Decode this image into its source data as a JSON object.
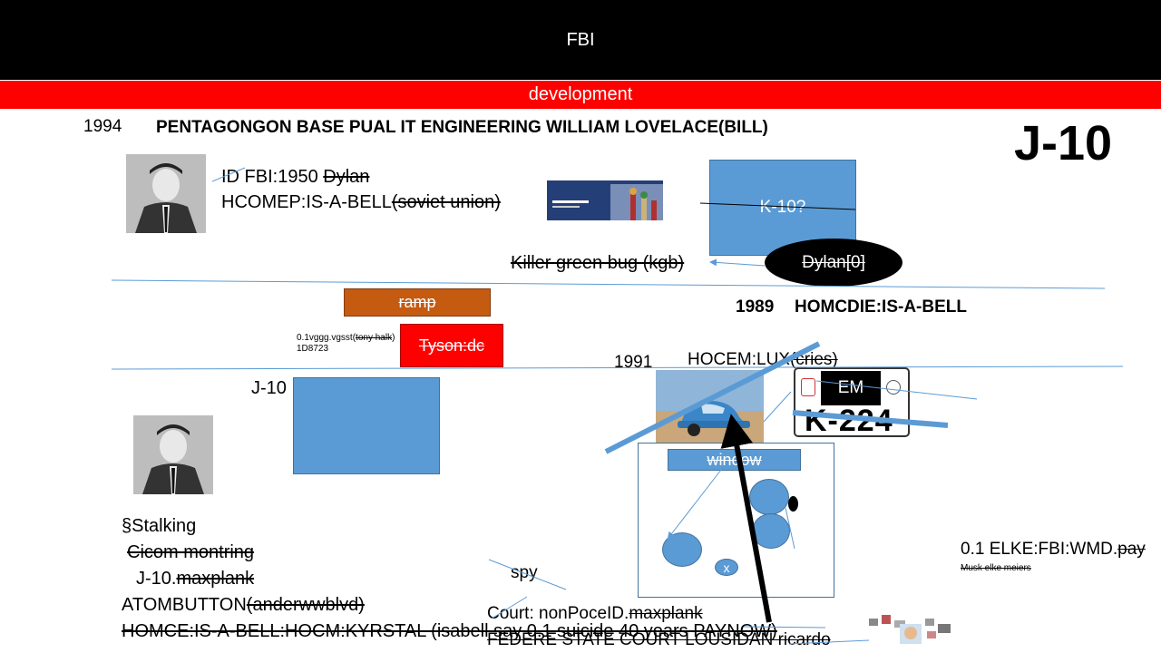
{
  "header": {
    "title": "FBI"
  },
  "subheader": {
    "title": "development"
  },
  "top": {
    "year": "1994",
    "headline": "PENTAGONGON BASE PUAL IT ENGINEERING WILLIAM LOVELACE(BILL)",
    "code": "J-10"
  },
  "bio": {
    "id_prefix": "ID FBI:1950 ",
    "id_struck": "Dylan",
    "hcomep_prefix": "HCOMEP:IS-A-BELL",
    "hcomep_struck": "(soviet union)"
  },
  "k10": {
    "label": "K-10?"
  },
  "killer": {
    "text": "Killer green bug (kgb)"
  },
  "dylan_oval": {
    "label": "Dylan[0]"
  },
  "ramp": {
    "label": "ramp"
  },
  "tyson": {
    "label": "Tyson:dc"
  },
  "small_note": {
    "line1_prefix": "0.1vggg.vgsst(",
    "line1_struck": "tony halk",
    "line1_suffix": ")",
    "line2": "1D8723"
  },
  "events": {
    "y1989": "1989",
    "homcdie": "HOMCDIE:IS-A-BELL",
    "y1991": "1991",
    "hocem_prefix": "HOCEM:LUX",
    "hocem_struck": "(cries)"
  },
  "j10_left": "J-10",
  "plate": {
    "em": "EM",
    "number": "K-224"
  },
  "window_label": "window",
  "x_label": "x",
  "stalking": {
    "title": "§Stalking",
    "cicom": " Cicom montring",
    "j10_prefix": "J-10.",
    "j10_struck": "maxplank",
    "atom_prefix": "ATOMBUTTON",
    "atom_struck": "(anderwwblvd)",
    "homce": "HOMCE:IS-A-BELL:HOCM:KYRSTAL (isabell say 0.1 suicide  40 years PAYNOW)"
  },
  "spy": "spy",
  "court_prefix": "Court: nonPoceID.",
  "court_struck": "maxplank",
  "federe": "FEDERE STATE COURT LOUSIDAN ricardo",
  "elke_prefix": "0.1 ELKE:FBI:WMD.",
  "elke_struck": "pay",
  "musk": "Musk elke meiers",
  "colors": {
    "header": "#000000",
    "subheader": "#ff0000",
    "shape_blue": "#5b9bd5",
    "ramp": "#c55a11",
    "tyson": "#ff0000"
  }
}
